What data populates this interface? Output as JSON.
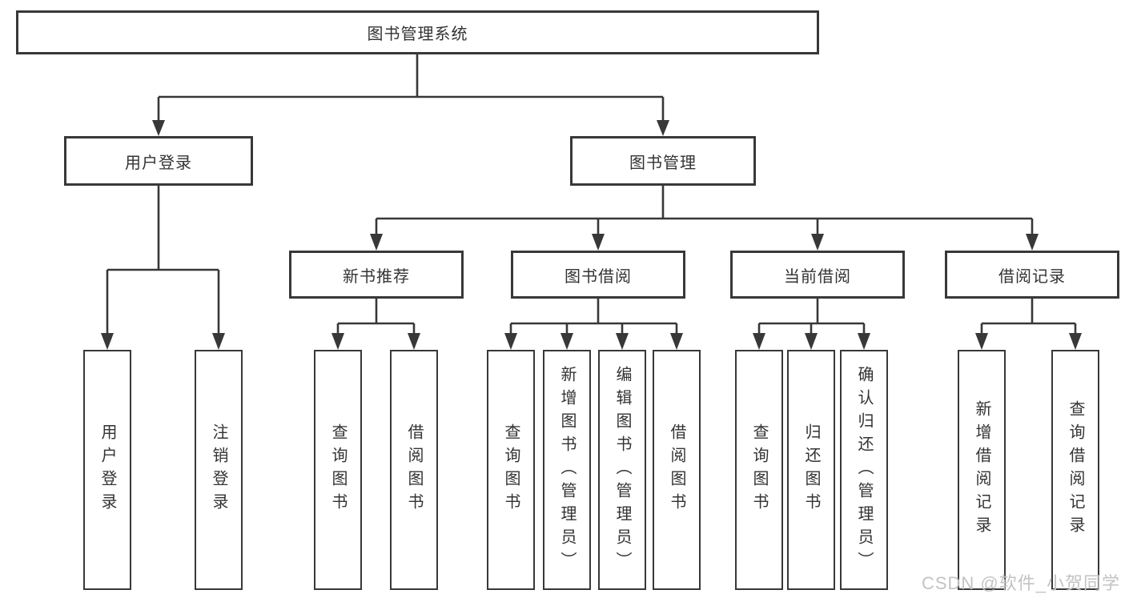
{
  "diagram": {
    "root": {
      "label": "图书管理系统"
    },
    "level2": [
      {
        "label": "用户登录"
      },
      {
        "label": "图书管理"
      }
    ],
    "level3": [
      {
        "label": "新书推荐"
      },
      {
        "label": "图书借阅"
      },
      {
        "label": "当前借阅"
      },
      {
        "label": "借阅记录"
      }
    ],
    "leaves": {
      "user_login": [
        "用户登录",
        "注销登录"
      ],
      "new_book": [
        "查询图书",
        "借阅图书"
      ],
      "book_borrow": [
        "查询图书",
        "新增图书（管理员）",
        "编辑图书（管理员）",
        "借阅图书"
      ],
      "current_borrow": [
        "查询图书",
        "归还图书",
        "确认归还（管理员）"
      ],
      "borrow_record": [
        "新增借阅记录",
        "查询借阅记录"
      ]
    },
    "watermark": "CSDN @软件_小贺同学"
  },
  "colors": {
    "line": "#383838",
    "watermark": "#c3c3c3"
  }
}
